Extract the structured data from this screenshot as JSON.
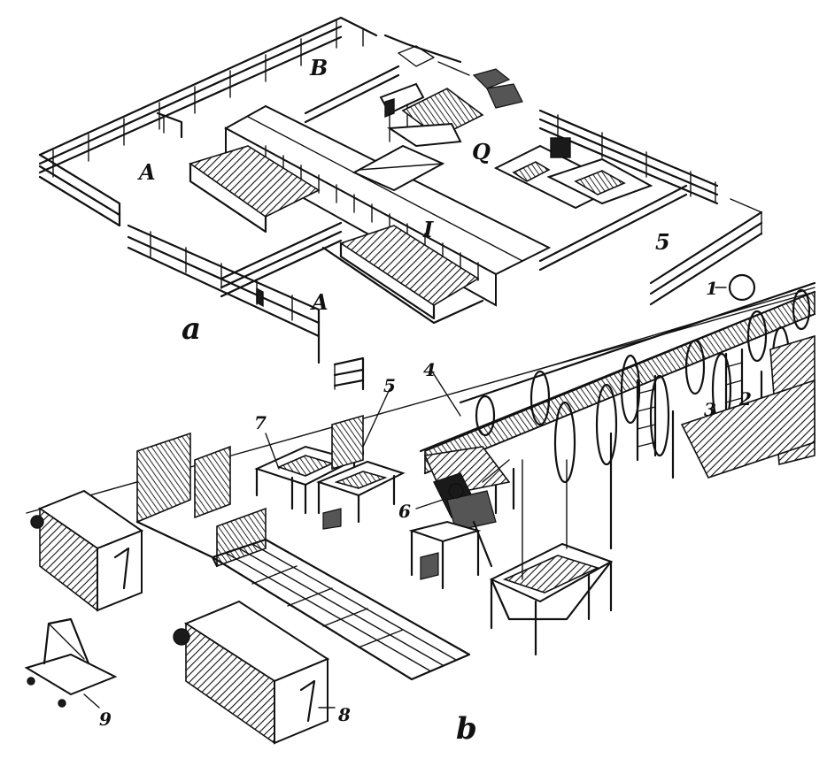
{
  "labels": {
    "part_a": "a",
    "part_b": "b",
    "zone_A_left": "A",
    "zone_A_bottom": "A",
    "zone_B": "B",
    "zone_Q": "Q",
    "zone_5_top": "5",
    "num_1": "1",
    "num_2": "2",
    "num_3": "3",
    "num_4": "4",
    "num_5": "5",
    "num_6": "6",
    "num_7": "7",
    "num_8": "8",
    "num_9": "9",
    "roman_I": "I"
  }
}
